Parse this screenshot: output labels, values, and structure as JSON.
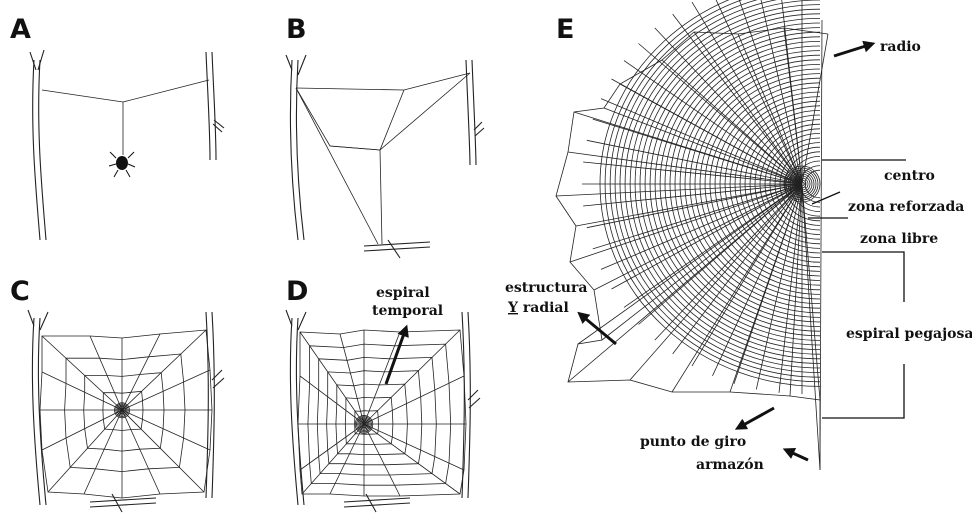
{
  "panels": {
    "a": "A",
    "b": "B",
    "c": "C",
    "d": "D",
    "e": "E"
  },
  "labels": {
    "espiral_temporal_line1": "espiral",
    "espiral_temporal_line2": "temporal",
    "radio": "radio",
    "centro": "centro",
    "zona_reforzada": "zona reforzada",
    "zona_libre": "zona libre",
    "espiral_pegajosa": "espiral pegajosa",
    "estructura_line1": "estructura",
    "estructura_y": "Y",
    "estructura_radial": " radial",
    "punto_de_giro": "punto de giro",
    "armazon": "armazón"
  }
}
